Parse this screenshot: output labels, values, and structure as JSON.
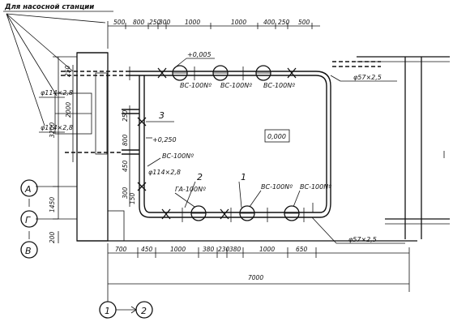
{
  "title": "Для насосной станции",
  "dims_top": [
    "500",
    "800",
    "250",
    "300",
    "1000",
    "1000",
    "400",
    "250",
    "500"
  ],
  "dims_bottom": [
    "700",
    "450",
    "1000",
    "380",
    "230",
    "380",
    "1000",
    "650"
  ],
  "dim_overall": "7000",
  "dims_left": {
    "d3200": "3200",
    "d2000": "2000",
    "d1450": "1450",
    "d200": "200",
    "d250": "250",
    "d800": "800",
    "d450": "450",
    "d300": "300",
    "d150": "150"
  },
  "elev": {
    "plus250": "+0,250",
    "plus005": "+0,005",
    "floor": "0,000"
  },
  "valves": {
    "top1": "ВС-100Nº",
    "top2": "ВС-100Nº",
    "top3": "ВС-100Nº",
    "bot1": "ВС-100Nº",
    "bot2": "ВС-100Nº",
    "bot_ga": "ГА-100Nº",
    "left": "ВС-100Nº"
  },
  "pipes": {
    "p_top": "φ57×2,5",
    "p_bot": "φ57×2,5",
    "p_left": "φ114×2,8",
    "p_l1": "φ114×2,8",
    "p_l2": "φ114×2,8"
  },
  "callouts": {
    "c3": "3",
    "c2": "2",
    "c1": "1"
  },
  "axes": {
    "A": "А",
    "G": "Г",
    "V": "В",
    "n1": "1",
    "n2": "2"
  }
}
